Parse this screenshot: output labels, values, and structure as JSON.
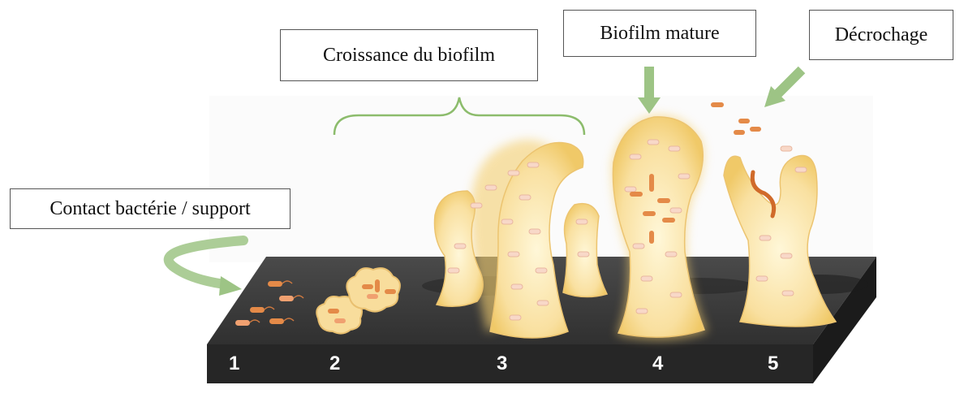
{
  "labels": {
    "contact": "Contact bactérie / support",
    "growth": "Croissance du biofilm",
    "mature": "Biofilm mature",
    "detach": "Décrochage"
  },
  "stages": [
    "1",
    "2",
    "3",
    "4",
    "5"
  ],
  "colors": {
    "slab_top": "#3f3f3f",
    "slab_front": "#232323",
    "biofilm_fill": "#fae3a4",
    "biofilm_glow": "#f4d27a",
    "bacteria": "#e48a48",
    "bacteria_pale": "#f6d2c6",
    "arrow_green": "#9dc485",
    "brace_green": "#8cbc6c"
  }
}
